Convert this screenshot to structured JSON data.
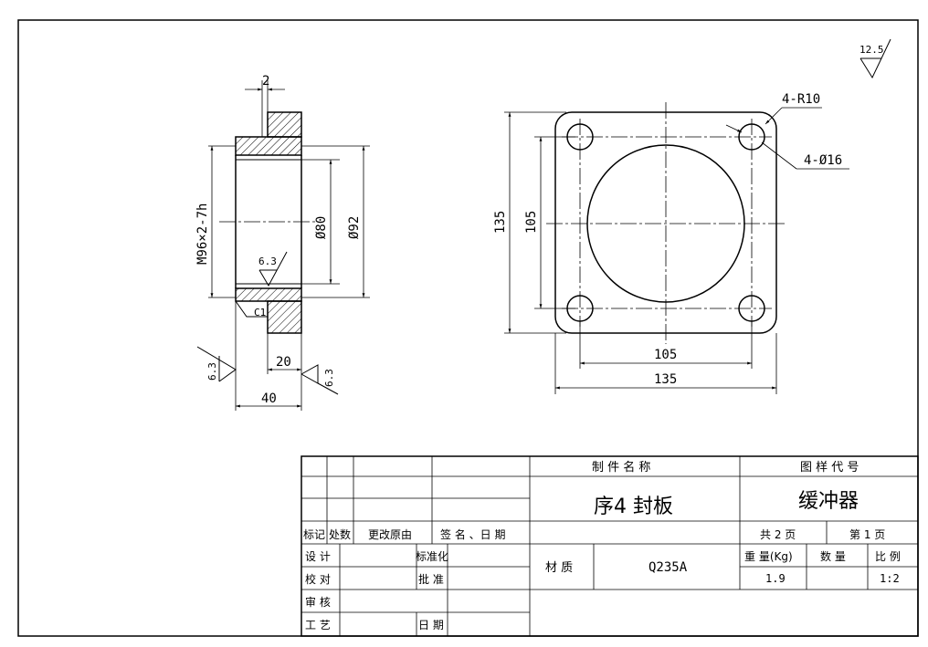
{
  "roughness": {
    "global": "12.5",
    "bore": "6.3",
    "left_face": "6.3",
    "right_face": "6.3"
  },
  "side_view": {
    "dim_flange_thickness": "2",
    "dim_thread": "M96×2-7h",
    "dim_inner_dia": "Ø80",
    "dim_outer_dia": "Ø92",
    "dim_chamfer": "C1",
    "dim_width_20": "20",
    "dim_length_40": "40"
  },
  "front_view": {
    "dim_corner_radius": "4-R10",
    "dim_holes": "4-Ø16",
    "dim_height_135": "135",
    "dim_height_105": "105",
    "dim_width_105": "105",
    "dim_width_135": "135"
  },
  "title_block": {
    "part_name_header": "制 件 名 称",
    "drawing_code_header": "图 样 代 号",
    "part_name": "序4  封板",
    "drawing_code": "缓冲器",
    "rev_mark": "标记",
    "rev_count": "处数",
    "rev_reason": "更改原由",
    "rev_sign_date": "签 名 、日 期",
    "total_pages": "共 2 页",
    "page_no": "第 1 页",
    "designer": "设 计",
    "standardization": "标准化",
    "checker": "校 对",
    "approval": "批 准",
    "reviewer": "审 核",
    "process": "工 艺",
    "date": "日 期",
    "material_label": "材  质",
    "material": "Q235A",
    "weight_label": "重 量(Kg)",
    "qty_label": "数  量",
    "scale_label": "比  例",
    "weight": "1.9",
    "scale": "1:2"
  }
}
